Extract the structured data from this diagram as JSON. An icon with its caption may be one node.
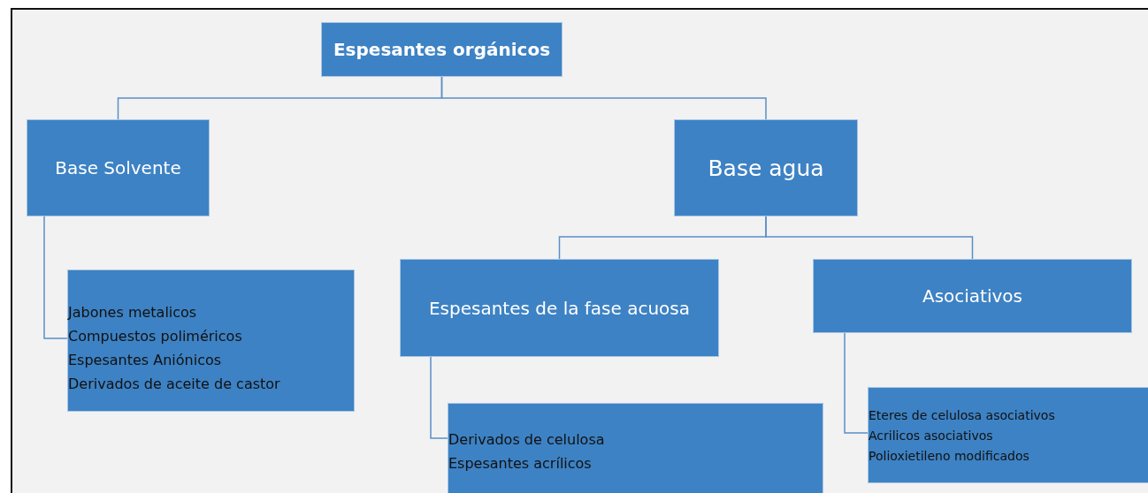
{
  "diagram": {
    "nodes": [
      {
        "text": [
          "Espesantes orgánicos"
        ]
      },
      {
        "text": [
          "Base Solvente"
        ]
      },
      {
        "text": [
          "Base agua"
        ]
      },
      {
        "text": [
          "Jabones  metalicos",
          "Compuestos poliméricos",
          "Espesantes Aniónicos",
          "Derivados de aceite de castor"
        ]
      },
      {
        "text": [
          "Espesantes de la fase acuosa"
        ]
      },
      {
        "text": [
          "Asociativos"
        ]
      },
      {
        "text": [
          "Derivados de celulosa",
          "Espesantes acrílicos"
        ]
      },
      {
        "text": [
          "Eteres de celulosa asociativos",
          "Acrilicos asociativos",
          "Polioxietileno modificados"
        ]
      }
    ],
    "edges": [
      {
        "from": 0,
        "to": 1,
        "arrow": "none"
      },
      {
        "from": 0,
        "to": 2,
        "arrow": "none"
      },
      {
        "from": 1,
        "to": 3,
        "arrow": "none"
      },
      {
        "from": 2,
        "to": 4,
        "arrow": "none"
      },
      {
        "from": 2,
        "to": 5,
        "arrow": "none"
      },
      {
        "from": 4,
        "to": 6,
        "arrow": "none"
      },
      {
        "from": 5,
        "to": 7,
        "arrow": "none"
      }
    ]
  }
}
